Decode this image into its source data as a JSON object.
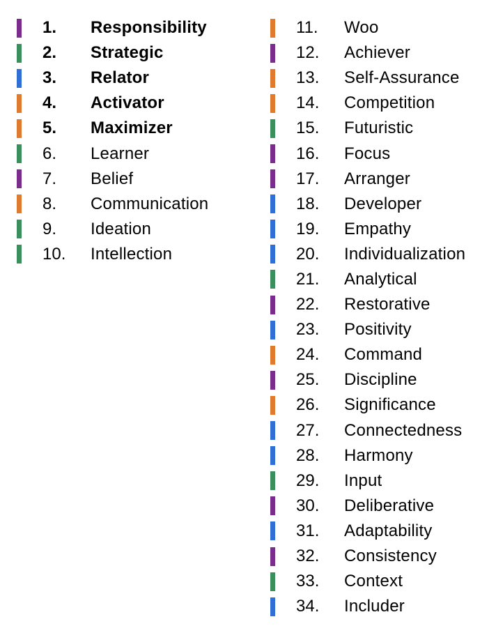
{
  "colors": {
    "purple": "#7b2d8e",
    "green": "#3a8f5c",
    "blue": "#2f6fd6",
    "orange": "#e07a2e"
  },
  "left_column": [
    {
      "number": "1.",
      "name": "Responsibility",
      "color": "purple",
      "bold": true
    },
    {
      "number": "2.",
      "name": "Strategic",
      "color": "green",
      "bold": true
    },
    {
      "number": "3.",
      "name": "Relator",
      "color": "blue",
      "bold": true
    },
    {
      "number": "4.",
      "name": "Activator",
      "color": "orange",
      "bold": true
    },
    {
      "number": "5.",
      "name": "Maximizer",
      "color": "orange",
      "bold": true
    },
    {
      "number": "6.",
      "name": "Learner",
      "color": "green",
      "bold": false
    },
    {
      "number": "7.",
      "name": "Belief",
      "color": "purple",
      "bold": false
    },
    {
      "number": "8.",
      "name": "Communication",
      "color": "orange",
      "bold": false
    },
    {
      "number": "9.",
      "name": "Ideation",
      "color": "green",
      "bold": false
    },
    {
      "number": "10.",
      "name": "Intellection",
      "color": "green",
      "bold": false
    }
  ],
  "right_column": [
    {
      "number": "11.",
      "name": "Woo",
      "color": "orange",
      "bold": false
    },
    {
      "number": "12.",
      "name": "Achiever",
      "color": "purple",
      "bold": false
    },
    {
      "number": "13.",
      "name": "Self-Assurance",
      "color": "orange",
      "bold": false
    },
    {
      "number": "14.",
      "name": "Competition",
      "color": "orange",
      "bold": false
    },
    {
      "number": "15.",
      "name": "Futuristic",
      "color": "green",
      "bold": false
    },
    {
      "number": "16.",
      "name": "Focus",
      "color": "purple",
      "bold": false
    },
    {
      "number": "17.",
      "name": "Arranger",
      "color": "purple",
      "bold": false
    },
    {
      "number": "18.",
      "name": "Developer",
      "color": "blue",
      "bold": false
    },
    {
      "number": "19.",
      "name": "Empathy",
      "color": "blue",
      "bold": false
    },
    {
      "number": "20.",
      "name": "Individualization",
      "color": "blue",
      "bold": false
    },
    {
      "number": "21.",
      "name": "Analytical",
      "color": "green",
      "bold": false
    },
    {
      "number": "22.",
      "name": "Restorative",
      "color": "purple",
      "bold": false
    },
    {
      "number": "23.",
      "name": "Positivity",
      "color": "blue",
      "bold": false
    },
    {
      "number": "24.",
      "name": "Command",
      "color": "orange",
      "bold": false
    },
    {
      "number": "25.",
      "name": "Discipline",
      "color": "purple",
      "bold": false
    },
    {
      "number": "26.",
      "name": "Significance",
      "color": "orange",
      "bold": false
    },
    {
      "number": "27.",
      "name": "Connectedness",
      "color": "blue",
      "bold": false
    },
    {
      "number": "28.",
      "name": "Harmony",
      "color": "blue",
      "bold": false
    },
    {
      "number": "29.",
      "name": "Input",
      "color": "green",
      "bold": false
    },
    {
      "number": "30.",
      "name": "Deliberative",
      "color": "purple",
      "bold": false
    },
    {
      "number": "31.",
      "name": "Adaptability",
      "color": "blue",
      "bold": false
    },
    {
      "number": "32.",
      "name": "Consistency",
      "color": "purple",
      "bold": false
    },
    {
      "number": "33.",
      "name": "Context",
      "color": "green",
      "bold": false
    },
    {
      "number": "34.",
      "name": "Includer",
      "color": "blue",
      "bold": false
    }
  ]
}
